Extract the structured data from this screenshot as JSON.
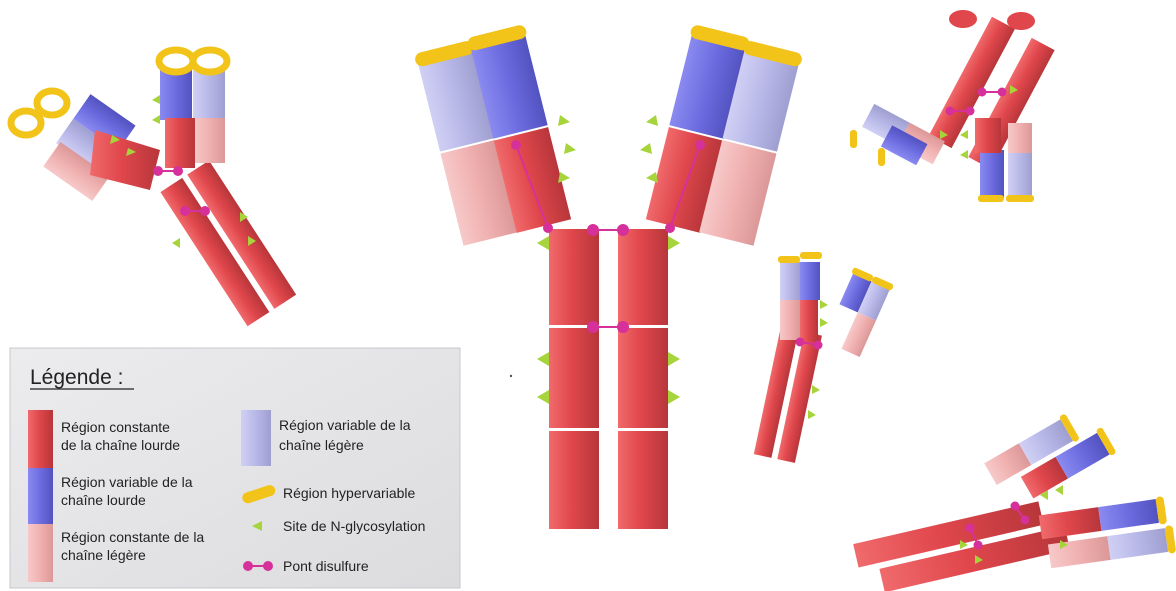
{
  "legend": {
    "title": "Légende :",
    "items": [
      {
        "key": "heavy_constant",
        "lines": [
          "Région constante",
          "de la chaîne lourde"
        ],
        "color": "#e0474c"
      },
      {
        "key": "heavy_variable",
        "lines": [
          "Région variable de la",
          "chaîne lourde"
        ],
        "color": "#6c6ce0"
      },
      {
        "key": "light_constant",
        "lines": [
          "Région constante de la",
          "chaîne légère"
        ],
        "color": "#f0b0b0"
      },
      {
        "key": "light_variable",
        "lines": [
          "Région variable de la",
          "chaîne légère"
        ],
        "color": "#b8b8e8"
      },
      {
        "key": "hypervariable",
        "lines": [
          "Région hypervariable"
        ],
        "color": "#f2c318"
      },
      {
        "key": "glycosylation",
        "lines": [
          "Site de N-glycosylation"
        ],
        "color": "#a6d43a"
      },
      {
        "key": "disulfide",
        "lines": [
          "Pont disulfure"
        ],
        "color": "#d6309a"
      }
    ]
  },
  "colors": {
    "heavy_constant": "#e0474c",
    "heavy_variable": "#6c6ce0",
    "light_constant": "#f0b0b0",
    "light_variable": "#b8b8e8",
    "hypervariable": "#f2c318",
    "glycosylation": "#a6d43a",
    "disulfide": "#d6309a",
    "legend_bg": "#e4e4e6"
  }
}
